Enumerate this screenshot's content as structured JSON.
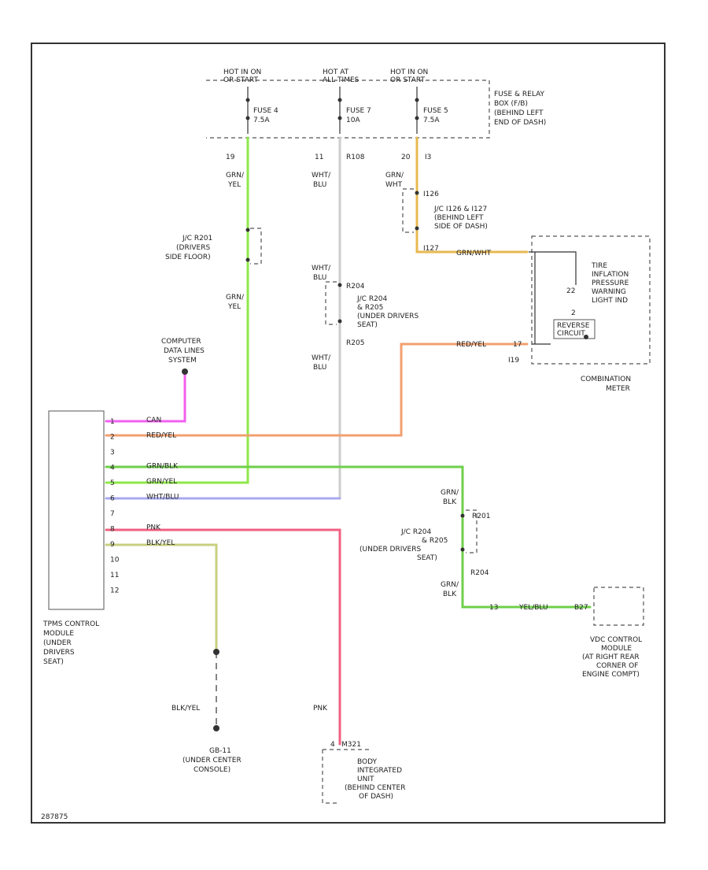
{
  "colors": {
    "grn_yel": "#8fe84a",
    "red_yel": "#f2a070",
    "grn_blk": "#6fcf4a",
    "wht_blu": "#a8a8f0",
    "pnk": "#f06080",
    "blk_yel": "#c8d080",
    "org_wht": "#e8b850",
    "magenta": "#f060f0",
    "grey_wire": "#cccccc",
    "frame": "#333333"
  },
  "power": {
    "hot1": [
      "HOT IN ON",
      "OR START"
    ],
    "hot2": [
      "HOT AT",
      "ALL TIMES"
    ],
    "hot3": [
      "HOT IN ON",
      "OR START"
    ],
    "fuse1": [
      "FUSE 4",
      "7.5A"
    ],
    "fuse2": [
      "FUSE 7",
      "10A"
    ],
    "fuse3": [
      "FUSE 5",
      "7.5A"
    ],
    "relay_box": [
      "FUSE & RELAY",
      "BOX (F/B)",
      "(BEHIND LEFT",
      "END OF DASH)"
    ],
    "pin1": "19",
    "pin2": "11",
    "pin2b": "R108",
    "pin3": "20",
    "pin3b": "I3"
  },
  "left_branch": {
    "wire1": [
      "GRN/",
      "YEL"
    ],
    "jc": [
      "J/C R201",
      "(DRIVERS",
      "SIDE FLOOR)"
    ],
    "wire2": [
      "GRN/",
      "YEL"
    ]
  },
  "mid_branch": {
    "wire1": [
      "WHT/",
      "BLU"
    ],
    "wire2": [
      "WHT/",
      "BLU"
    ],
    "jc_top": "R204",
    "jc": [
      "J/C R204",
      "& R205",
      "(UNDER DRIVERS",
      "SEAT)"
    ],
    "jc_bottom": "R205",
    "wire3": [
      "WHT/",
      "BLU"
    ]
  },
  "right_branch": {
    "wire1": [
      "GRN/",
      "WHT"
    ],
    "jc_top": "I126",
    "jc": [
      "J/C I126 & I127",
      "(BEHIND LEFT",
      "SIDE OF DASH)"
    ],
    "jc_bottom": "I127",
    "wire2": "GRN/WHT",
    "meter_pin_in": "22"
  },
  "meter": {
    "label": [
      "TIRE",
      "INFLATION",
      "PRESSURE",
      "WARNING",
      "LIGHT IND"
    ],
    "circuit": [
      "REVERSE",
      "CIRCUIT"
    ],
    "pin_top": "2",
    "pin_bottom": "17",
    "conn": "I19",
    "wire": "RED/YEL",
    "name": [
      "COMBINATION",
      "METER"
    ]
  },
  "data_link": [
    "COMPUTER",
    "DATA LINES",
    "SYSTEM"
  ],
  "tpms": {
    "name": [
      "TPMS CONTROL",
      "MODULE",
      "(UNDER",
      "DRIVERS",
      "SEAT)"
    ],
    "pins": [
      {
        "pin": "1",
        "label": "CAN"
      },
      {
        "pin": "2",
        "label": "RED/YEL"
      },
      {
        "pin": "3",
        "label": ""
      },
      {
        "pin": "4",
        "label": "GRN/BLK"
      },
      {
        "pin": "5",
        "label": "GRN/YEL"
      },
      {
        "pin": "6",
        "label": "WHT/BLU"
      },
      {
        "pin": "7",
        "label": ""
      },
      {
        "pin": "8",
        "label": "PNK"
      },
      {
        "pin": "9",
        "label": "BLK/YEL"
      },
      {
        "pin": "10",
        "label": ""
      },
      {
        "pin": "11",
        "label": ""
      },
      {
        "pin": "12",
        "label": ""
      }
    ]
  },
  "ground_branch": {
    "wire": "BLK/YEL",
    "name": [
      "GB-11",
      "(UNDER CENTER",
      "CONSOLE)"
    ]
  },
  "bsi_branch": {
    "wire": "PNK",
    "pin": "4",
    "conn": "M321",
    "name": [
      "BODY",
      "INTEGRATED",
      "UNIT",
      "(BEHIND CENTER",
      "OF DASH)"
    ]
  },
  "vdc_branch": {
    "wire1": [
      "GRN/",
      "BLK"
    ],
    "jc_top": "R201",
    "jc": [
      "J/C R204",
      "& R205",
      "(UNDER DRIVERS",
      "SEAT)"
    ],
    "jc_bottom": "R204",
    "wire2": [
      "GRN/",
      "BLK"
    ],
    "pin": "13",
    "wire3": "YEL/BLU",
    "conn": "B27",
    "name": [
      "VDC CONTROL",
      "MODULE",
      "(AT RIGHT REAR",
      "CORNER OF",
      "ENGINE COMPT)"
    ]
  },
  "footer_code": "287875"
}
